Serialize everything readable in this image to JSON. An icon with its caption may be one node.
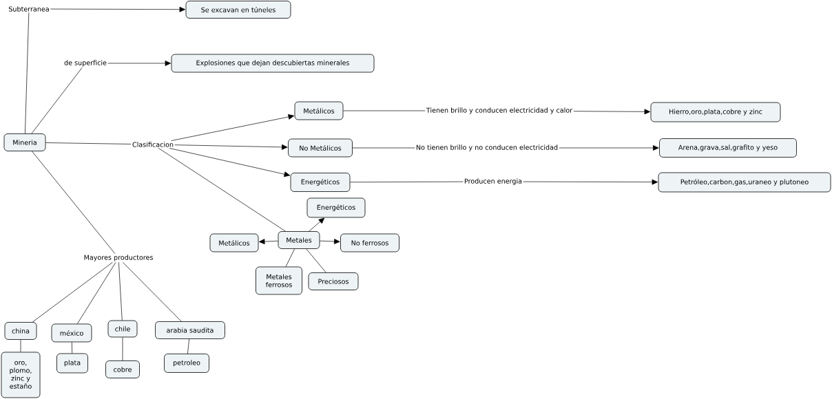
{
  "diagram": {
    "nodes": [
      {
        "text": [
          "Mineria"
        ]
      },
      {
        "text": [
          "Subterranea"
        ]
      },
      {
        "text": [
          "Se excavan en túneles"
        ]
      },
      {
        "text": [
          "de superficie"
        ]
      },
      {
        "text": [
          "Explosiones que dejan descubiertas minerales"
        ]
      },
      {
        "text": [
          "Clasificacion"
        ]
      },
      {
        "text": [
          "Metálicos"
        ]
      },
      {
        "text": [
          "Tienen brillo y conducen electricidad y calor"
        ]
      },
      {
        "text": [
          "Hierro,oro,plata,cobre y zinc"
        ]
      },
      {
        "text": [
          "No Metálicos"
        ]
      },
      {
        "text": [
          "No tienen brillo y no conducen electricidad"
        ]
      },
      {
        "text": [
          "Arena,grava,sal,grafito y yeso"
        ]
      },
      {
        "text": [
          "Energéticos"
        ]
      },
      {
        "text": [
          "Producen energia"
        ]
      },
      {
        "text": [
          "Petróleo,carbon,gas,uraneo y plutoneo"
        ]
      },
      {
        "text": [
          "Metales"
        ]
      },
      {
        "text": [
          "Energéticos"
        ]
      },
      {
        "text": [
          "Metálicos"
        ]
      },
      {
        "text": [
          "No ferrosos"
        ]
      },
      {
        "text": [
          "Metales ferrosos"
        ]
      },
      {
        "text": [
          "Preciosos"
        ]
      },
      {
        "text": [
          "Mayores productores"
        ]
      },
      {
        "text": [
          "china"
        ]
      },
      {
        "text": [
          "oro, plomo, zinc y estaño"
        ]
      },
      {
        "text": [
          "méxico"
        ]
      },
      {
        "text": [
          "plata"
        ]
      },
      {
        "text": [
          "chile"
        ]
      },
      {
        "text": [
          "cobre"
        ]
      },
      {
        "text": [
          "arabia saudita"
        ]
      },
      {
        "text": [
          "petroleo"
        ]
      }
    ],
    "edges": [
      {
        "from": 0,
        "to": 1,
        "arrow": "none"
      },
      {
        "from": 1,
        "to": 2,
        "arrow": "to"
      },
      {
        "from": 0,
        "to": 3,
        "arrow": "none"
      },
      {
        "from": 3,
        "to": 4,
        "arrow": "to"
      },
      {
        "from": 0,
        "to": 5,
        "arrow": "none"
      },
      {
        "from": 5,
        "to": 6,
        "arrow": "to"
      },
      {
        "from": 5,
        "to": 9,
        "arrow": "to"
      },
      {
        "from": 5,
        "to": 12,
        "arrow": "to"
      },
      {
        "from": 5,
        "to": 15,
        "arrow": "none"
      },
      {
        "from": 6,
        "to": 7,
        "arrow": "none"
      },
      {
        "from": 7,
        "to": 8,
        "arrow": "to"
      },
      {
        "from": 9,
        "to": 10,
        "arrow": "none"
      },
      {
        "from": 10,
        "to": 11,
        "arrow": "to"
      },
      {
        "from": 12,
        "to": 13,
        "arrow": "none"
      },
      {
        "from": 13,
        "to": 14,
        "arrow": "to"
      },
      {
        "from": 15,
        "to": 16,
        "arrow": "to"
      },
      {
        "from": 15,
        "to": 17,
        "arrow": "to"
      },
      {
        "from": 15,
        "to": 18,
        "arrow": "to"
      },
      {
        "from": 15,
        "to": 19,
        "arrow": "none"
      },
      {
        "from": 15,
        "to": 20,
        "arrow": "none"
      },
      {
        "from": 0,
        "to": 21,
        "arrow": "none"
      },
      {
        "from": 21,
        "to": 22,
        "arrow": "none"
      },
      {
        "from": 21,
        "to": 24,
        "arrow": "none"
      },
      {
        "from": 21,
        "to": 26,
        "arrow": "none"
      },
      {
        "from": 21,
        "to": 28,
        "arrow": "none"
      },
      {
        "from": 22,
        "to": 23,
        "arrow": "none"
      },
      {
        "from": 24,
        "to": 25,
        "arrow": "none"
      },
      {
        "from": 26,
        "to": 27,
        "arrow": "none"
      },
      {
        "from": 28,
        "to": 29,
        "arrow": "none"
      }
    ]
  }
}
